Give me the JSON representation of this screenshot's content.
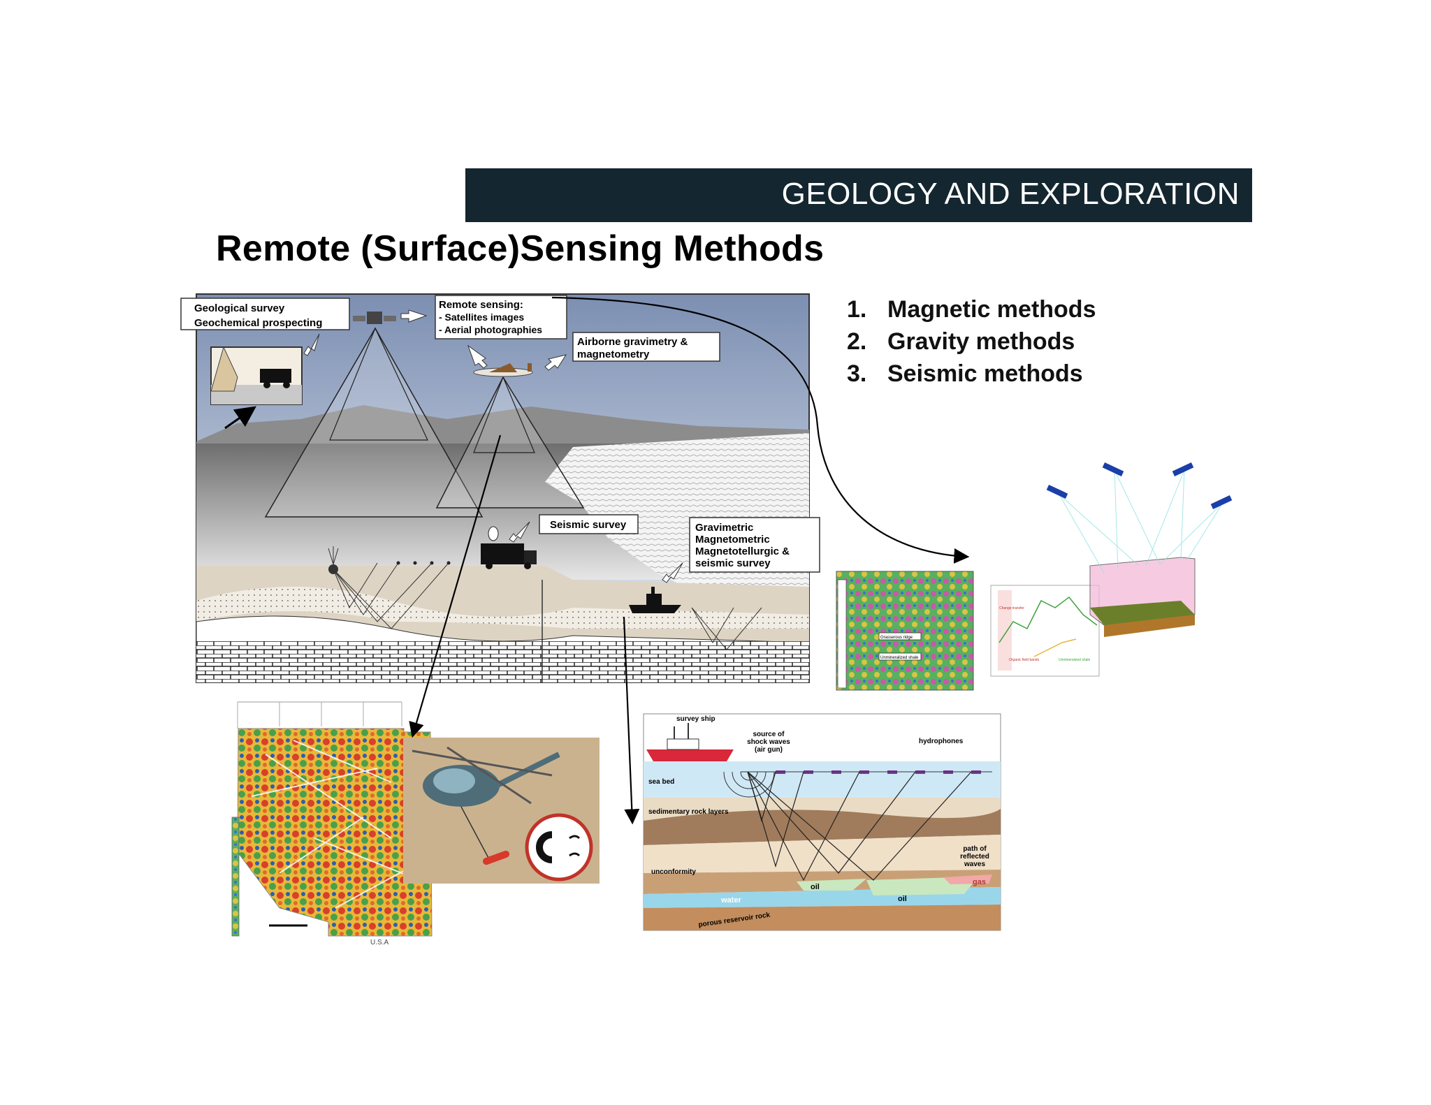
{
  "banner": {
    "title": "GEOLOGY AND EXPLORATION"
  },
  "page_title": "Remote (Surface)Sensing Methods",
  "methods": [
    {
      "num": "1.",
      "label": "Magnetic methods"
    },
    {
      "num": "2.",
      "label": "Gravity methods"
    },
    {
      "num": "3.",
      "label": "Seismic methods"
    }
  ],
  "overview_diagram": {
    "box_geological": [
      "Geological survey",
      "Geochemical prospecting"
    ],
    "box_remote_title": "Remote sensing:",
    "box_remote_items": [
      "-    Satellites images",
      "-    Aerial photographies"
    ],
    "box_airborne": [
      "Airborne gravimetry &",
      "magnetometry"
    ],
    "box_seismic": "Seismic survey",
    "box_marine": [
      "Gravimetric",
      "Magnetometric",
      "Magnetotellurgic &",
      "seismic  survey"
    ]
  },
  "seismic_diagram": {
    "survey_ship": "survey ship",
    "source": [
      "source of",
      "shock waves",
      "(air gun)"
    ],
    "hydrophones": "hydrophones",
    "sea_bed": "sea bed",
    "sedimentary": "sedimentary rock layers",
    "path": [
      "path of",
      "reflected",
      "waves"
    ],
    "unconformity": "unconformity",
    "oil": "oil",
    "gas": "gas",
    "water": "water",
    "reservoir": "porous reservoir rock"
  },
  "map_figure": {
    "country": "U.S.A"
  },
  "satellite_figure": {
    "labels": [
      "Grasserous ridge",
      "Unmineralized shale",
      "Change transfer",
      "Organic field bands",
      "Unmineralized shale"
    ]
  },
  "colors": {
    "banner": "#14262f",
    "sky_top": "#7f92b4",
    "sea": "#cfe8f5",
    "arrow": "#000000"
  }
}
